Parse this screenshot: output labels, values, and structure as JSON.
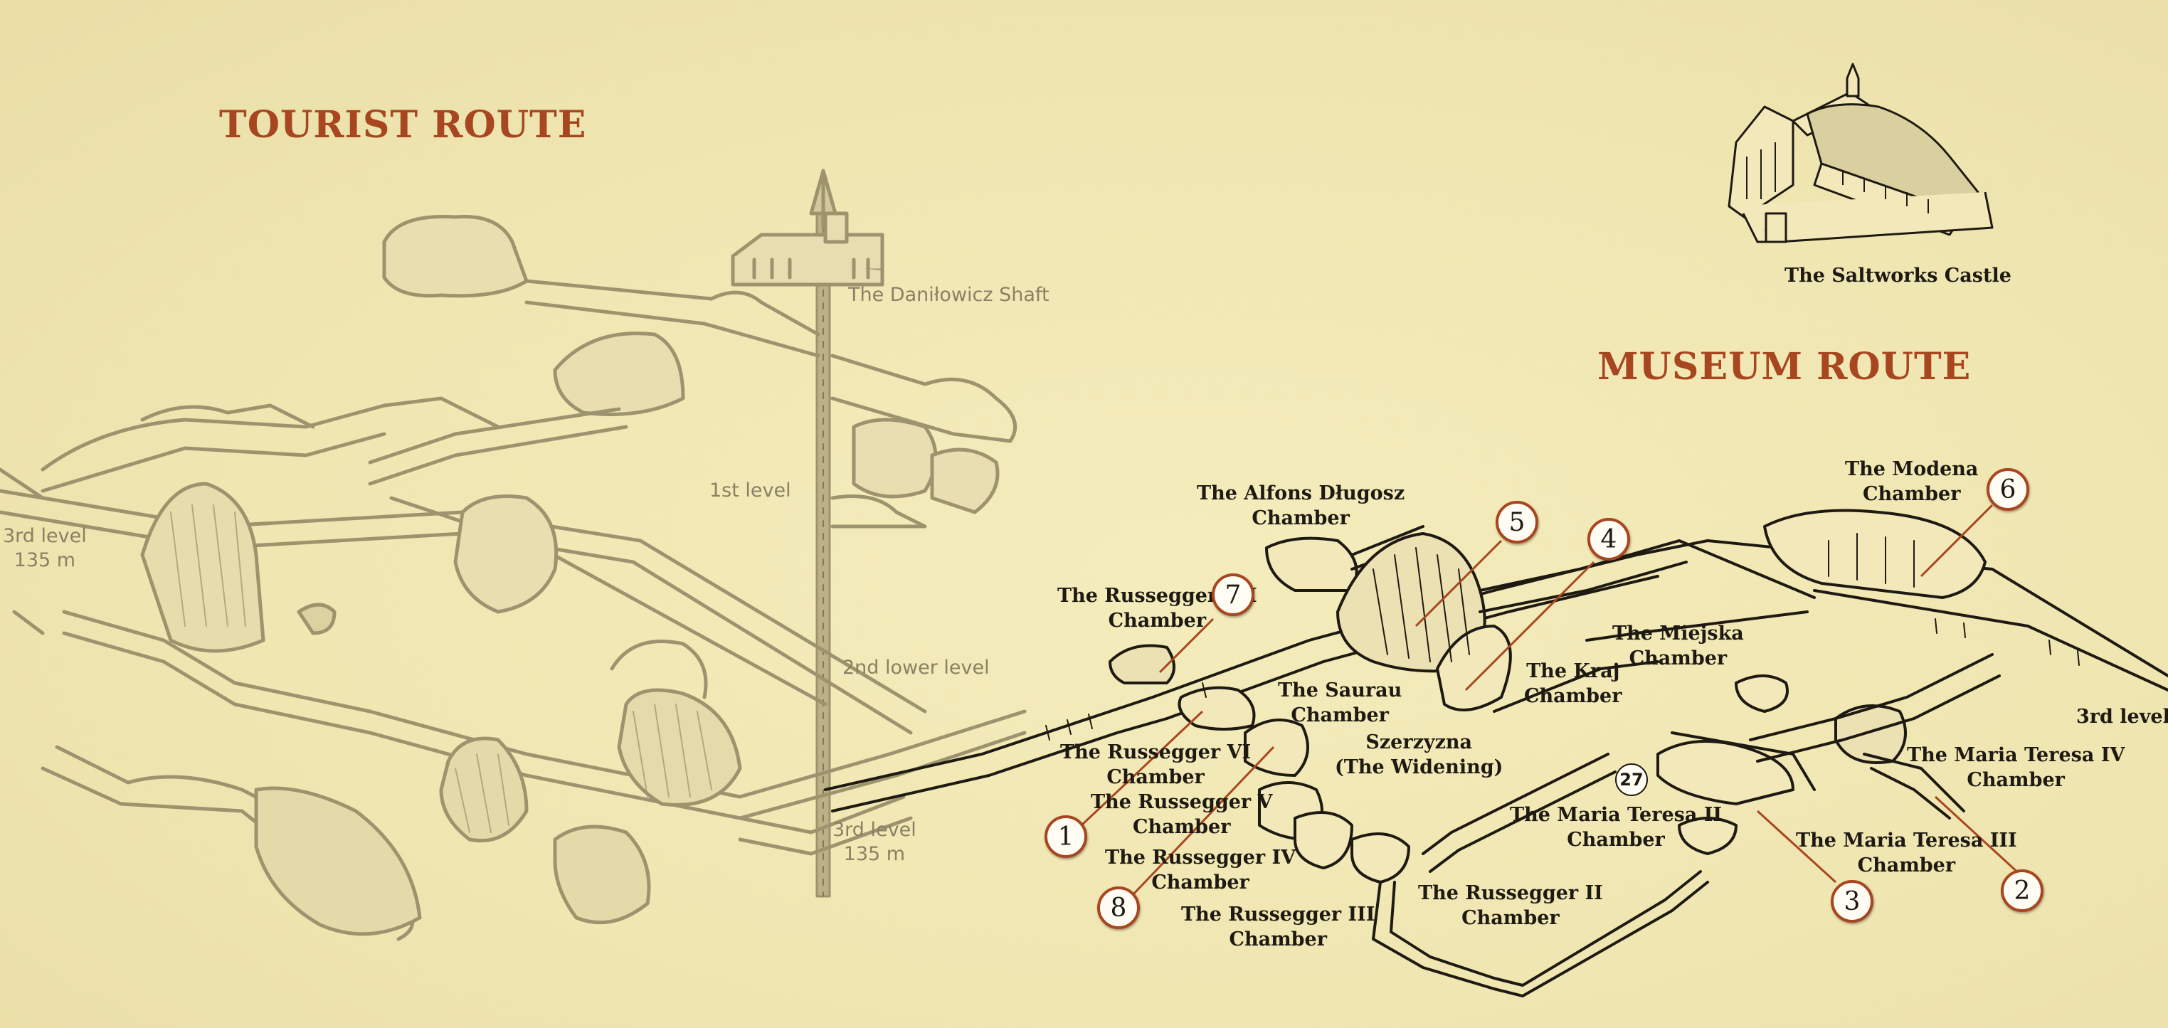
{
  "titles": {
    "tourist_route": "TOURIST ROUTE",
    "museum_route": "MUSEUM ROUTE"
  },
  "tourist_labels": {
    "shaft": "The Daniłowicz Shaft",
    "level1": "1st level",
    "level2_lower": "2nd lower level",
    "level3_left_line1": "3rd level",
    "level3_left_line2": "135 m",
    "level3_center_line1": "3rd level",
    "level3_center_line2": "135 m"
  },
  "castle": {
    "label": "The Saltworks Castle"
  },
  "museum_labels": {
    "alfons_line1": "The Alfons Długosz",
    "alfons_line2": "Chamber",
    "modena_line1": "The Modena",
    "modena_line2": "Chamber",
    "russegger_vii_line1": "The Russegger VII",
    "russegger_vii_line2": "Chamber",
    "miejska_line1": "The Miejska",
    "miejska_line2": "Chamber",
    "kraj_line1": "The Kraj",
    "kraj_line2": "Chamber",
    "saurau_line1": "The Saurau",
    "saurau_line2": "Chamber",
    "szerzyzna_line1": "Szerzyzna",
    "szerzyzna_line2": "(The Widening)",
    "russegger_vi_line1": "The Russegger VI",
    "russegger_vi_line2": "Chamber",
    "russegger_v_line1": "The Russegger V",
    "russegger_v_line2": "Chamber",
    "russegger_iv_line1": "The Russegger IV",
    "russegger_iv_line2": "Chamber",
    "russegger_iii_line1": "The Russegger III",
    "russegger_iii_line2": "Chamber",
    "russegger_ii_line1": "The Russegger II",
    "russegger_ii_line2": "Chamber",
    "maria_teresa_ii_line1": "The Maria Teresa II",
    "maria_teresa_ii_line2": "Chamber",
    "maria_teresa_iii_line1": "The Maria Teresa III",
    "maria_teresa_iii_line2": "Chamber",
    "maria_teresa_iv_line1": "The Maria Teresa IV",
    "maria_teresa_iv_line2": "Chamber",
    "level3_right": "3rd level"
  },
  "markers": {
    "m1": "1",
    "m2": "2",
    "m3": "3",
    "m4": "4",
    "m5": "5",
    "m6": "6",
    "m7": "7",
    "m8": "8",
    "m27": "27"
  },
  "colors": {
    "background": "#f0e6b2",
    "title_accent": "#a8461f",
    "museum_ink": "#1e1a12",
    "tourist_ink": "#8a8064",
    "leader_line": "#a8461f"
  },
  "icons": [
    "saltworks-castle-illustration",
    "danilowicz-shaft-headframe-illustration"
  ]
}
